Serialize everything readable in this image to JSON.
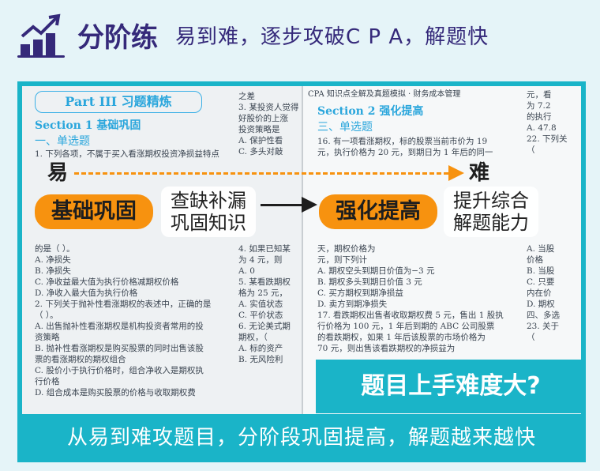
{
  "header": {
    "icon": "growth-chart-icon",
    "title": "分阶练",
    "subtitle": "易到难，逐步攻破C P A，解题快"
  },
  "book": {
    "left": {
      "part_title": "Part III 习题精炼",
      "section": "Section 1 基础巩固",
      "heading": "一、单选题",
      "lines": [
        "1. 下列各项，不属于买入看涨期权投资净损益特点",
        "的是（    ）。",
        "A. 净损失",
        "B. 净损失",
        "C. 净收益最大值为执行价格减期权价格",
        "D. 净收入最大值为执行价格",
        "2. 下列关于抛补性看涨期权的表述中，正确的是",
        "（    ）。",
        "A. 出售抛补性看涨期权是机构投资者常用的投",
        "资策略",
        "B. 抛补性看涨期权是购买股票的同时出售该股",
        "票的看涨期权的期权组合",
        "C. 股价小于执行价格时，组合净收入是期权执",
        "行价格",
        "D. 组合成本是购买股票的价格与收取期权费"
      ],
      "col2": [
        "之差",
        "3. 某投资人觉得",
        "好股价的上涨",
        "投资策略是",
        "A. 保护性看",
        "C. 多头对敲",
        "4. 如果已知某",
        "为 4 元，则",
        "A. 0",
        "5. 某看跌期权",
        "格为 25 元，",
        "A. 实值状态",
        "C. 平价状态",
        "6. 无论美式期",
        "期权，（",
        "A. 标的资产",
        "B. 无风险利"
      ]
    },
    "right": {
      "running_head": "CPA 知识点全解及真题模拟 · 财务成本管理",
      "section": "Section 2 强化提高",
      "heading": "三、单选题",
      "lines": [
        "16. 有一项看涨期权，标的股票当前市价为 19",
        "元，执行价格为 20 元，到期日为 1 年后的同一",
        "天，期权价格为",
        "元，则下列计",
        "A. 期权空头到期日价值为−3 元",
        "B. 期权多头到期日价值 3 元",
        "C. 买方期权到期净损益",
        "D. 卖方到期净损失",
        "17. 看跌期权出售者收取期权费 5 元，售出 1 股执",
        "行价格为 100 元，1 年后到期的 ABC 公司股票",
        "的看跌期权，如果 1 年后该股票的市场价格为",
        "70 元，则出售该看跌期权的净损益为"
      ],
      "col2": [
        "元，看",
        "为 7.2",
        "的执行",
        "A. 47.8",
        "22. 下列关",
        "（",
        "A. 当股",
        "价格",
        "B. 当股",
        "C. 只要",
        "内在价",
        "D. 期权",
        "四、多选",
        "23. 关于",
        "（"
      ]
    }
  },
  "overlay": {
    "easy_label": "易",
    "hard_label": "难",
    "stage1": "基础巩固",
    "stage1_desc": [
      "查缺补漏",
      "巩固知识"
    ],
    "stage2": "强化提高",
    "stage2_desc": [
      "提升综合",
      "解题能力"
    ],
    "question": "题目上手难度大?",
    "accent": "#f7920f"
  },
  "footer": {
    "text": "从易到难攻题目，分阶段巩固提高，解题越来越快"
  }
}
